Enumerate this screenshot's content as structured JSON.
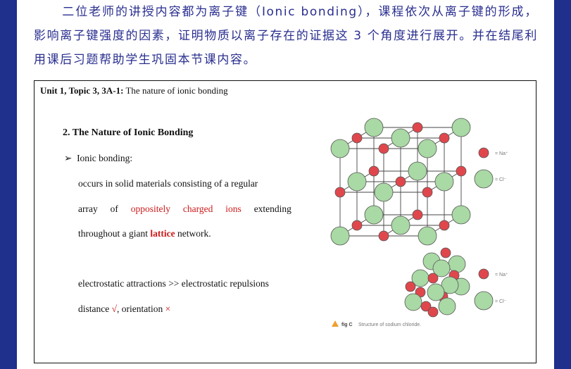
{
  "intro": {
    "text": "二位老师的讲授内容都为离子键（Ionic bonding），课程依次从离子键的形成，影响离子键强度的因素，证明物质以离子存在的证据这 3 个角度进行展开。并在结尾利用课后习题帮助学生巩固本节课内容。"
  },
  "slide": {
    "header_bold": "Unit 1, Topic 3, 3A-1:",
    "header_rest": " The nature of ionic bonding",
    "section_title": "2. The Nature of Ionic Bonding",
    "bullet_marker": "➢",
    "bullet_label": "Ionic bonding:",
    "line1": "occurs in solid materials consisting of a regular",
    "line2_words": [
      "array",
      "of",
      "oppositely",
      "charged",
      "ions",
      "extending"
    ],
    "line3_pre": "throughout a giant ",
    "line3_bold": "lattice",
    "line3_post": " network.",
    "line4": "electrostatic attractions >> electrostatic repulsions",
    "line5_pre": "distance ",
    "line5_check": "√",
    "line5_mid": ", orientation ",
    "line5_cross": "×"
  },
  "figure": {
    "legend_na": "= Na⁺",
    "legend_cl": "= Cl⁻",
    "legend_na2": "= Na⁺",
    "legend_cl2": "= Cl⁻",
    "caption_label": "fig C",
    "caption_text": "Structure of sodium chloride.",
    "colors": {
      "na": "#e0474c",
      "cl": "#a9d9a4",
      "stroke": "#555555"
    }
  }
}
